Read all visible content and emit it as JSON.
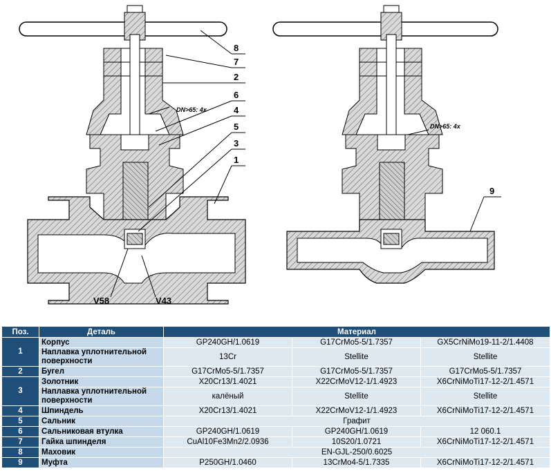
{
  "drawing": {
    "left_labels": [
      "8",
      "7",
      "2",
      "6",
      "4",
      "5",
      "3",
      "1"
    ],
    "right_label": "9",
    "bottom_labels": [
      "V58",
      "V43"
    ],
    "dn_note": "DN>65: 4x",
    "dn_note_right": "DN>65: 4x"
  },
  "table": {
    "headers": {
      "pos": "Поз.",
      "part": "Деталь",
      "material": "Материал"
    },
    "rows": [
      {
        "pos": "1",
        "part": "Корпус",
        "m1": "GP240GH/1.0619",
        "m2": "G17CrMo5-5/1.7357",
        "m3": "GX5CrNiMo19-11-2/1.4408"
      },
      {
        "pos": "",
        "part": "Наплавка уплотнительной поверхности",
        "m1": "13Cr",
        "m2": "Stellite",
        "m3": "Stellite"
      },
      {
        "pos": "2",
        "part": "Бугел",
        "m1": "G17CrMo5-5/1.7357",
        "m2": "G17CrMo5-5/1.7357",
        "m3": "G17CrMo5-5/1.7357"
      },
      {
        "pos": "3",
        "part": "Золотник",
        "m1": "X20Cr13/1.4021",
        "m2": "X22CrMoV12-1/1.4923",
        "m3": "X6CrNiMoTi17-12-2/1.4571"
      },
      {
        "pos": "",
        "part": "Наплавка уплотнительной поверхности",
        "m1": "калёный",
        "m2": "Stellite",
        "m3": "Stellite"
      },
      {
        "pos": "4",
        "part": "Шпиндель",
        "m1": "X20Cr13/1.4021",
        "m2": "X22CrMoV12-1/1.4923",
        "m3": "X6CrNiMoTi17-12-2/1.4571"
      },
      {
        "pos": "5",
        "part": "Сальник",
        "span": "Графит"
      },
      {
        "pos": "6",
        "part": "Сальниковая втулка",
        "m1": "GP240GH/1.0619",
        "m2": "GP240GH/1.0619",
        "m3": "12 060.1"
      },
      {
        "pos": "7",
        "part": "Гайка шпинделя",
        "m1": "CuAl10Fe3Mn2/2.0936",
        "m2": "10S20/1.0721",
        "m3": "X6CrNiMoTi17-12-2/1.4571"
      },
      {
        "pos": "8",
        "part": "Маховик",
        "span": "EN-GJL-250/0.6025"
      },
      {
        "pos": "9",
        "part": "Муфта",
        "m1": "P250GH/1.0460",
        "m2": "13CrMo4-5/1.7335",
        "m3": "X6CrNiMoTi17-12-2/1.4571"
      }
    ]
  }
}
